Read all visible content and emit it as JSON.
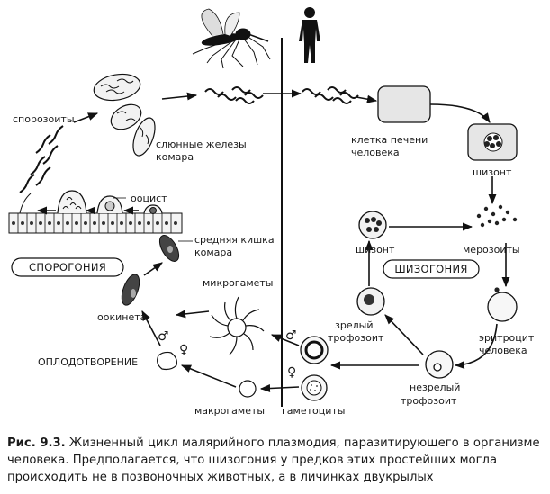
{
  "labels": {
    "sporozoites": "спорозоиты",
    "salivary_glands_1": "слюнные железы",
    "salivary_glands_2": "комара",
    "liver_cell_1": "клетка печени",
    "liver_cell_2": "человека",
    "schizont_top": "шизонт",
    "oocyst": "ооцист",
    "midgut_1": "средняя кишка",
    "midgut_2": "комара",
    "sporogony": "СПОРОГОНИЯ",
    "schizont_left": "шизонт",
    "merozoites": "мерозоиты",
    "schizogony": "ШИЗОГОНИЯ",
    "microgametes": "микрогаметы",
    "ookinete": "оокинета",
    "mature_troph_1": "зрелый",
    "mature_troph_2": "трофозоит",
    "erythrocyte_1": "эритроцит",
    "erythrocyte_2": "человека",
    "fertilization": "ОПЛОДОТВОРЕНИЕ",
    "immature_troph_1": "незрелый",
    "immature_troph_2": "трофозоит",
    "macrogametes": "макрогаметы",
    "gametocytes": "гаметоциты"
  },
  "symbols": {
    "male": "♂",
    "female": "♀"
  },
  "caption": {
    "label": "Рис. 9.3.",
    "text": " Жизненный цикл малярийного плазмодия, паразитирующего в организме человека. Предполагается, что шизогония у предков этих простейших могла происходить не в позвоночных животных, а в личинках двукрылых"
  },
  "icons": [
    "mosquito-icon",
    "human-silhouette-icon"
  ]
}
